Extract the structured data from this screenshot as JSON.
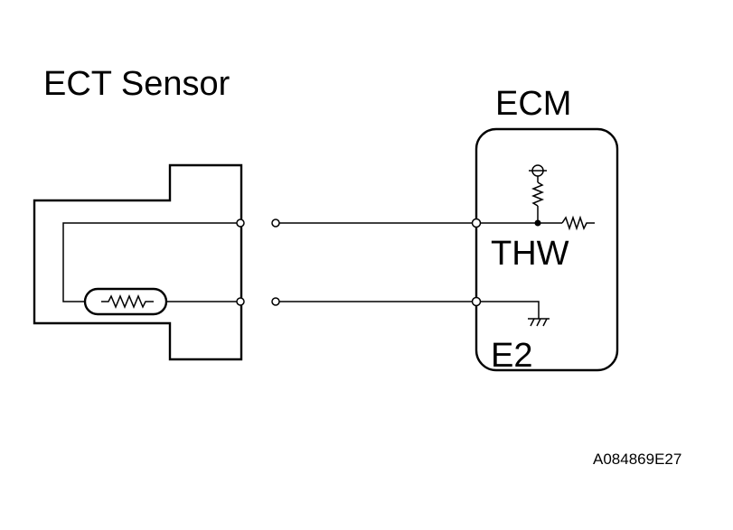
{
  "diagram": {
    "sensor_label": "ECT Sensor",
    "ecm_label": "ECM",
    "terminal_thw": "THW",
    "terminal_e2": "E2",
    "figure_code": "A084869E27"
  }
}
